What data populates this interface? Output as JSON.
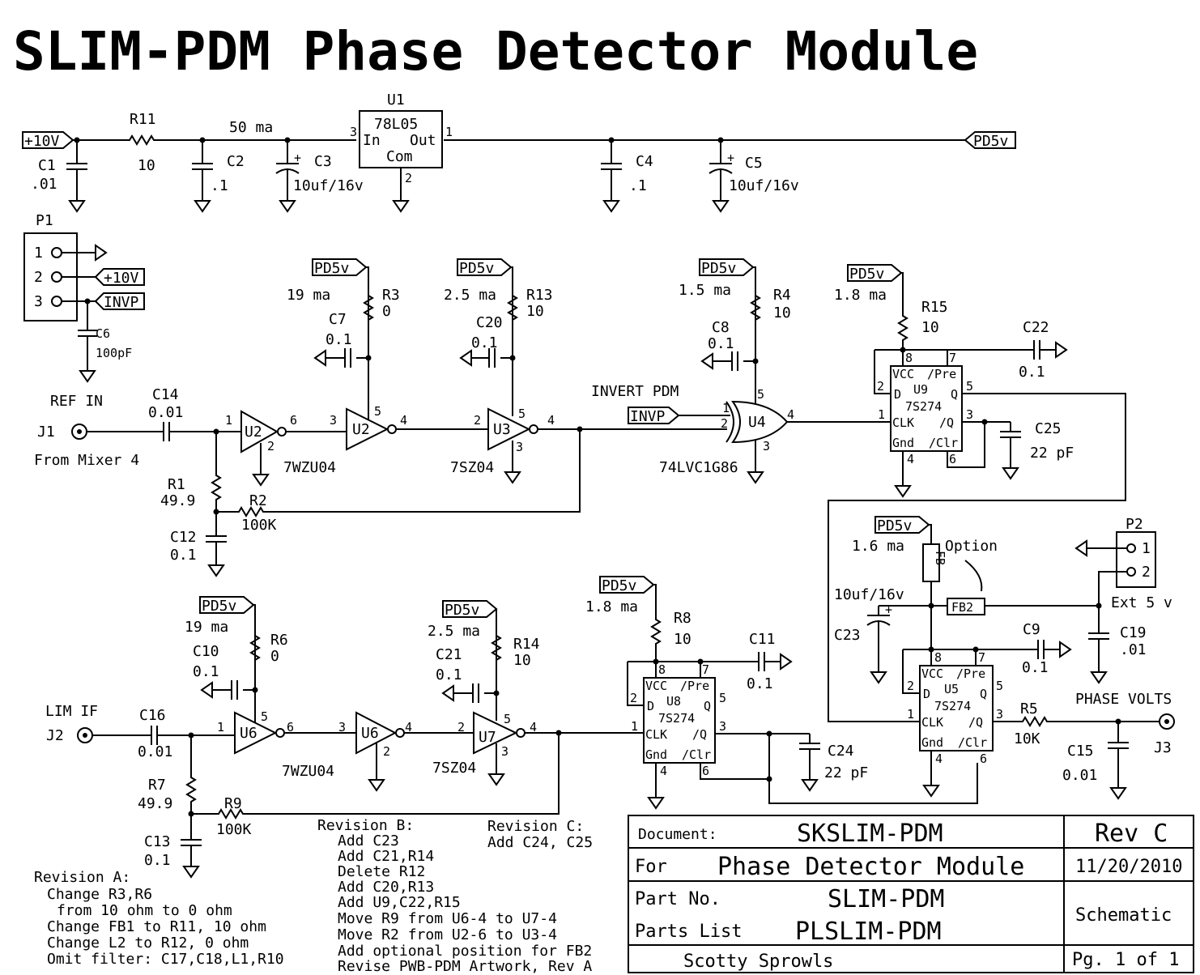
{
  "title": "SLIM-PDM Phase Detector Module",
  "regulator": {
    "ref": "U1",
    "part": "78L05",
    "pin_in": "In",
    "pin_out": "Out",
    "pin_com": "Com",
    "pin3": "3",
    "pin1": "1",
    "pin2": "2",
    "current": "50 ma"
  },
  "ports": {
    "p10v": "+10V",
    "pd5v": "PD5v",
    "invp": "INVP",
    "invert_pdm": "INVERT PDM",
    "ref_in": "REF IN",
    "from_mixer": "From Mixer 4",
    "lim_if": "LIM IF",
    "phase_volts": "PHASE VOLTS",
    "ext5v": "Ext 5 v",
    "option": "Option"
  },
  "jacks": {
    "j1": "J1",
    "j2": "J2",
    "j3": "J3"
  },
  "connectors": {
    "p1": {
      "ref": "P1",
      "pins": [
        "1",
        "2",
        "3"
      ]
    },
    "p2": {
      "ref": "P2",
      "pins": [
        "1",
        "2"
      ]
    }
  },
  "components": {
    "c1": [
      "C1",
      ".01"
    ],
    "r11": [
      "R11",
      "10"
    ],
    "c2": [
      "C2",
      ".1"
    ],
    "c3": [
      "C3",
      "10uf/16v"
    ],
    "c4": [
      "C4",
      ".1"
    ],
    "c5": [
      "C5",
      "10uf/16v"
    ],
    "c6": [
      "C6",
      "100pF"
    ],
    "r3": [
      "R3",
      "0"
    ],
    "c7": [
      "C7",
      "0.1"
    ],
    "r13": [
      "R13",
      "10"
    ],
    "c20": [
      "C20",
      "0.1"
    ],
    "r4": [
      "R4",
      "10"
    ],
    "c8": [
      "C8",
      "0.1"
    ],
    "r15": [
      "R15",
      "10"
    ],
    "c22": [
      "C22",
      "0.1"
    ],
    "c25": [
      "C25",
      "22 pF"
    ],
    "c14": [
      "C14",
      "0.01"
    ],
    "r1": [
      "R1",
      "49.9"
    ],
    "r2": [
      "R2",
      "100K"
    ],
    "c12": [
      "C12",
      "0.1"
    ],
    "r6": [
      "R6",
      "0"
    ],
    "c10": [
      "C10",
      "0.1"
    ],
    "r14": [
      "R14",
      "10"
    ],
    "c21": [
      "C21",
      "0.1"
    ],
    "r8": [
      "R8",
      "10"
    ],
    "c11": [
      "C11",
      "0.1"
    ],
    "c24": [
      "C24",
      "22 pF"
    ],
    "c16": [
      "C16",
      "0.01"
    ],
    "r7": [
      "R7",
      "49.9"
    ],
    "r9": [
      "R9",
      "100K"
    ],
    "c13": [
      "C13",
      "0.1"
    ],
    "fb": "FB",
    "fb2": "FB2",
    "c23": [
      "C23",
      "10uf/16v"
    ],
    "c9": [
      "C9",
      "0.1"
    ],
    "c19": [
      "C19",
      ".01"
    ],
    "r5": [
      "R5",
      "10K"
    ],
    "c15": [
      "C15",
      "0.01"
    ]
  },
  "currents": {
    "u2": "19 ma",
    "u3": "2.5 ma",
    "u4": "1.5 ma",
    "u9": "1.8 ma",
    "u6": "19 ma",
    "u7": "2.5 ma",
    "u8": "1.8 ma",
    "u5": "1.6 ma"
  },
  "gates": {
    "u2a": {
      "ref": "U2",
      "in": "1",
      "out": "6",
      "gnd": "2"
    },
    "u2b": {
      "ref": "U2",
      "in": "3",
      "out": "4",
      "vcc": "5"
    },
    "u3": {
      "ref": "U3",
      "in": "2",
      "out": "4",
      "vcc": "5",
      "gnd": "3"
    },
    "u4": {
      "ref": "U4",
      "in1": "1",
      "in2": "2",
      "out": "4",
      "vcc": "5",
      "gnd": "3"
    },
    "u6a": {
      "ref": "U6",
      "in": "1",
      "out": "6",
      "vcc": "5"
    },
    "u6b": {
      "ref": "U6",
      "in": "3",
      "out": "4",
      "gnd": "2"
    },
    "u7": {
      "ref": "U7",
      "in": "2",
      "out": "4",
      "vcc": "5",
      "gnd": "3"
    },
    "part_7wzu04": "7WZU04",
    "part_7sz04": "7SZ04",
    "part_74lvc1g86": "74LVC1G86"
  },
  "flipflops": {
    "labels": {
      "vcc": "VCC",
      "pre": "/Pre",
      "d": "D",
      "q": "Q",
      "clk": "CLK",
      "qn": "/Q",
      "gnd": "Gnd",
      "clr": "/Clr",
      "part": "7S274"
    },
    "u9": "U9",
    "u8": "U8",
    "u5": "U5",
    "pins": {
      "p1": "1",
      "p2": "2",
      "p3": "3",
      "p4": "4",
      "p5": "5",
      "p6": "6",
      "p7": "7",
      "p8": "8"
    }
  },
  "revisions": {
    "a": [
      "Revision A:",
      "Change R3,R6",
      "from 10 ohm to 0 ohm",
      "Change FB1 to R11, 10 ohm",
      "Change L2 to R12, 0 ohm",
      "Omit filter: C17,C18,L1,R10"
    ],
    "b": [
      "Revision B:",
      "Add C23",
      "Add C21,R14",
      "Delete R12",
      "Add C20,R13",
      "Add U9,C22,R15",
      "Move R9 from U6-4 to U7-4",
      "Move R2 from U2-6 to U3-4",
      "Add optional position for FB2",
      "Revise PWB-PDM Artwork, Rev A"
    ],
    "c": [
      "Revision C:",
      "Add C24, C25"
    ]
  },
  "title_block": {
    "document_label": "Document:",
    "document": "SKSLIM-PDM",
    "rev": "Rev C",
    "for_label": "For",
    "for": "Phase Detector Module",
    "date": "11/20/2010",
    "part_label": "Part No.",
    "part": "SLIM-PDM",
    "parts_list_label": "Parts List",
    "parts_list": "PLSLIM-PDM",
    "type": "Schematic",
    "author": "Scotty Sprowls",
    "page": "Pg. 1 of 1"
  }
}
